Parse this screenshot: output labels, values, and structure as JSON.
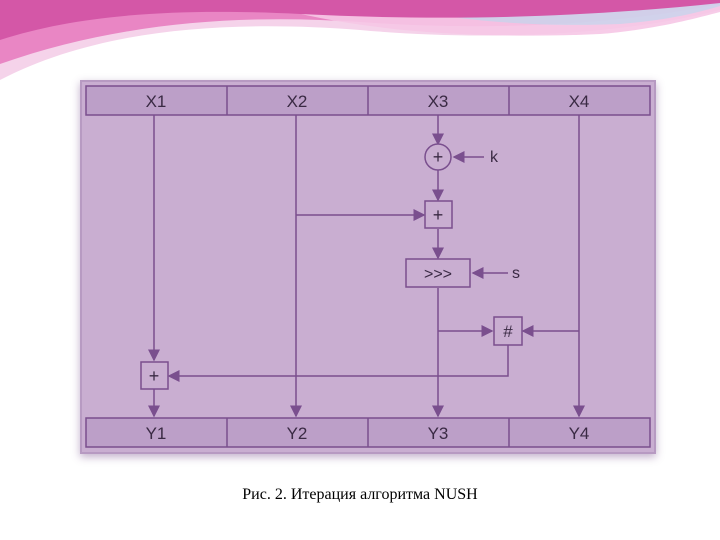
{
  "diagram": {
    "inputs": [
      "X1",
      "X2",
      "X3",
      "X4"
    ],
    "outputs": [
      "Y1",
      "Y2",
      "Y3",
      "Y4"
    ],
    "nodes": {
      "add_k": "+",
      "add_x2": "+",
      "shift": ">>>",
      "hash": "#",
      "add_y1": "+"
    },
    "side_inputs": {
      "k": "k",
      "s": "s"
    }
  },
  "caption": "Рис. 2. Итерация алгоритма NUSH",
  "colors": {
    "panel": "#c9aed1",
    "line": "#7a4f8e",
    "header": "#bc9fc8",
    "banner_pink": "#e06bb0",
    "banner_light": "#f3c6e4"
  }
}
